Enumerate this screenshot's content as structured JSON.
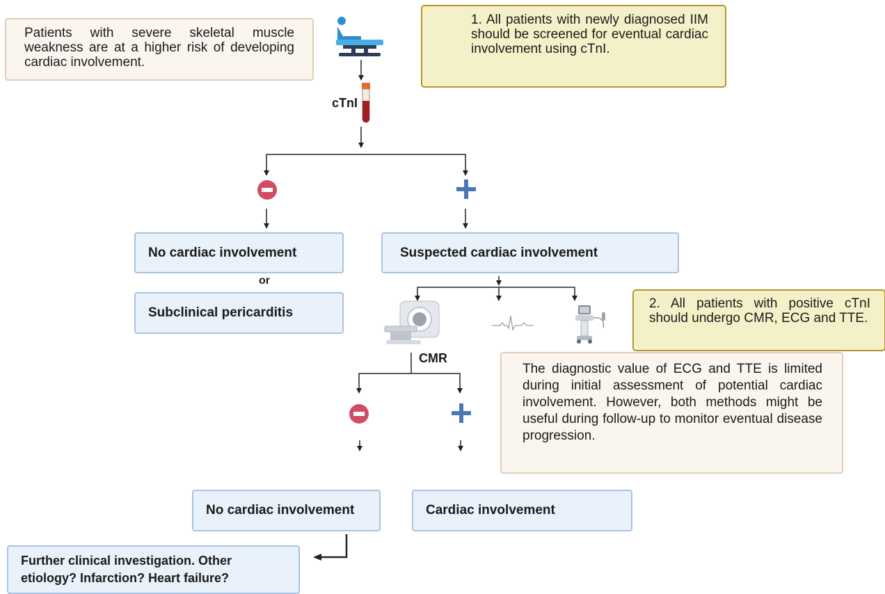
{
  "colors": {
    "box_fill": "#e9f1fb",
    "box_border": "#a9c3e2",
    "note_fill": "#fbf5ef",
    "note_border": "#e3cdb9",
    "recommend_fill": "#f4f1c9",
    "recommend_border": "#b5932c",
    "negative": "#d04c63",
    "positive": "#4a78b5"
  },
  "notes": {
    "risk": "Patients with severe skeletal muscle weakness are at a higher risk of developing cardiac involvement.",
    "rec1": "1. All patients with newly diagnosed IIM should be screened for eventual cardiac involvement using cTnI.",
    "rec2": "2. All patients with positive cTnI should undergo CMR, ECG and TTE.",
    "ecg_tte": "The diagnostic value of ECG and TTE is limited during initial assessment of potential cardiac involvement. However, both methods might be useful during follow-up to monitor eventual disease progression."
  },
  "labels": {
    "ctni": "cTnI",
    "or": "or",
    "cmr": "CMR"
  },
  "boxes": {
    "no_cardiac_1": "No cardiac involvement",
    "subclinical": "Subclinical pericarditis",
    "suspected": "Suspected cardiac involvement",
    "no_cardiac_2": "No cardiac involvement",
    "cardiac": "Cardiac involvement",
    "further": "Further clinical investigation. Other etiology?  Infarction? Heart failure?"
  },
  "icons": [
    "hospital-bed-icon",
    "blood-tube-icon",
    "mri-scanner-icon",
    "ecg-trace-icon",
    "ultrasound-machine-icon",
    "negative-sign-icon",
    "positive-sign-icon"
  ]
}
